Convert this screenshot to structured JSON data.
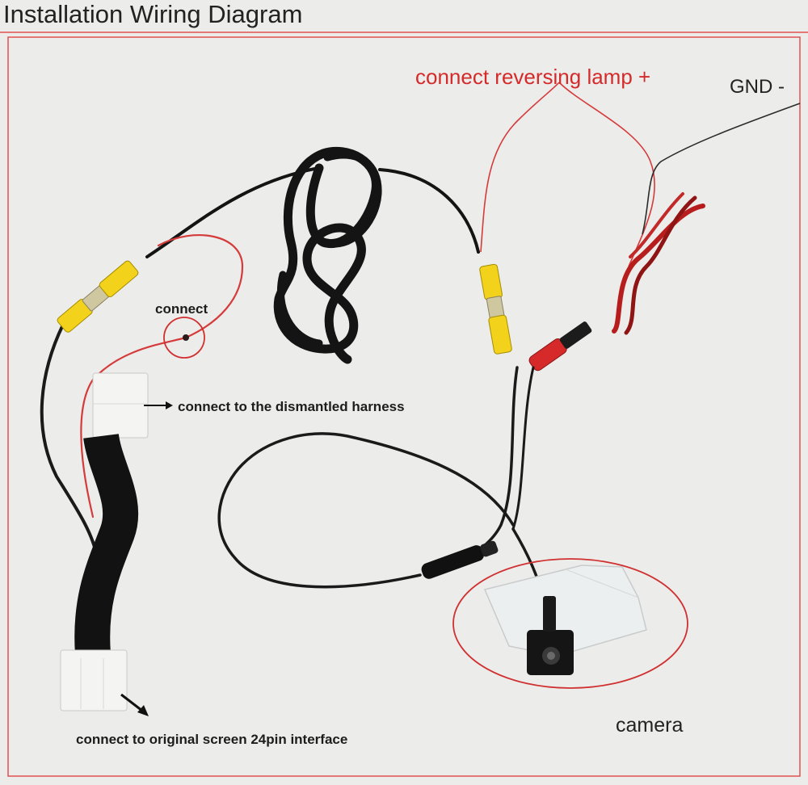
{
  "title": "Installation Wiring Diagram",
  "labels": {
    "reversing_lamp": "connect reversing lamp +",
    "gnd": "GND -",
    "connect": "connect",
    "dismantled_harness": "connect to the dismantled harness",
    "original_screen": "connect to original screen 24pin interface",
    "camera": "camera"
  },
  "colors": {
    "accent_red": "#d52a2a",
    "frame_red": "#e0524f",
    "cable_black": "#1a1a1a",
    "rca_yellow": "#f2d21b",
    "connector_white": "#f4f4f2",
    "background": "#ececea"
  }
}
